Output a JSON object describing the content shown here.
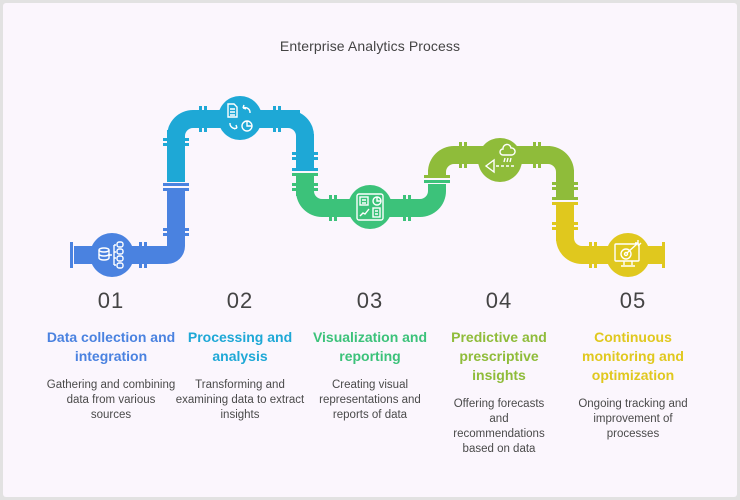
{
  "title": "Enterprise Analytics Process",
  "colors": {
    "background": "#fbf6fd",
    "frame": "#e2e2e2",
    "step1": "#4a82e0",
    "step2": "#1ea8d6",
    "step3": "#3cc27a",
    "step4": "#8fbc3a",
    "step5": "#e0c81e"
  },
  "steps": [
    {
      "number": "01",
      "heading": "Data collection and integration",
      "description": "Gathering and combining data from various sources",
      "icon": "database-tree-icon",
      "color": "#4a82e0"
    },
    {
      "number": "02",
      "heading": "Processing and analysis",
      "description": "Transforming and examining data to extract insights",
      "icon": "document-cycle-chart-icon",
      "color": "#1ea8d6"
    },
    {
      "number": "03",
      "heading": "Visualization and reporting",
      "description": "Creating visual representations and reports of data",
      "icon": "dashboard-report-icon",
      "color": "#3cc27a"
    },
    {
      "number": "04",
      "heading": "Predictive and prescriptive insights",
      "description": "Offering forecasts and recommendations based on data",
      "icon": "forecast-cloud-icon",
      "color": "#8fbc3a"
    },
    {
      "number": "05",
      "heading": "Continuous monitoring and optimization",
      "description": "Ongoing tracking and improvement of processes",
      "icon": "monitor-target-icon",
      "color": "#e0c81e"
    }
  ]
}
